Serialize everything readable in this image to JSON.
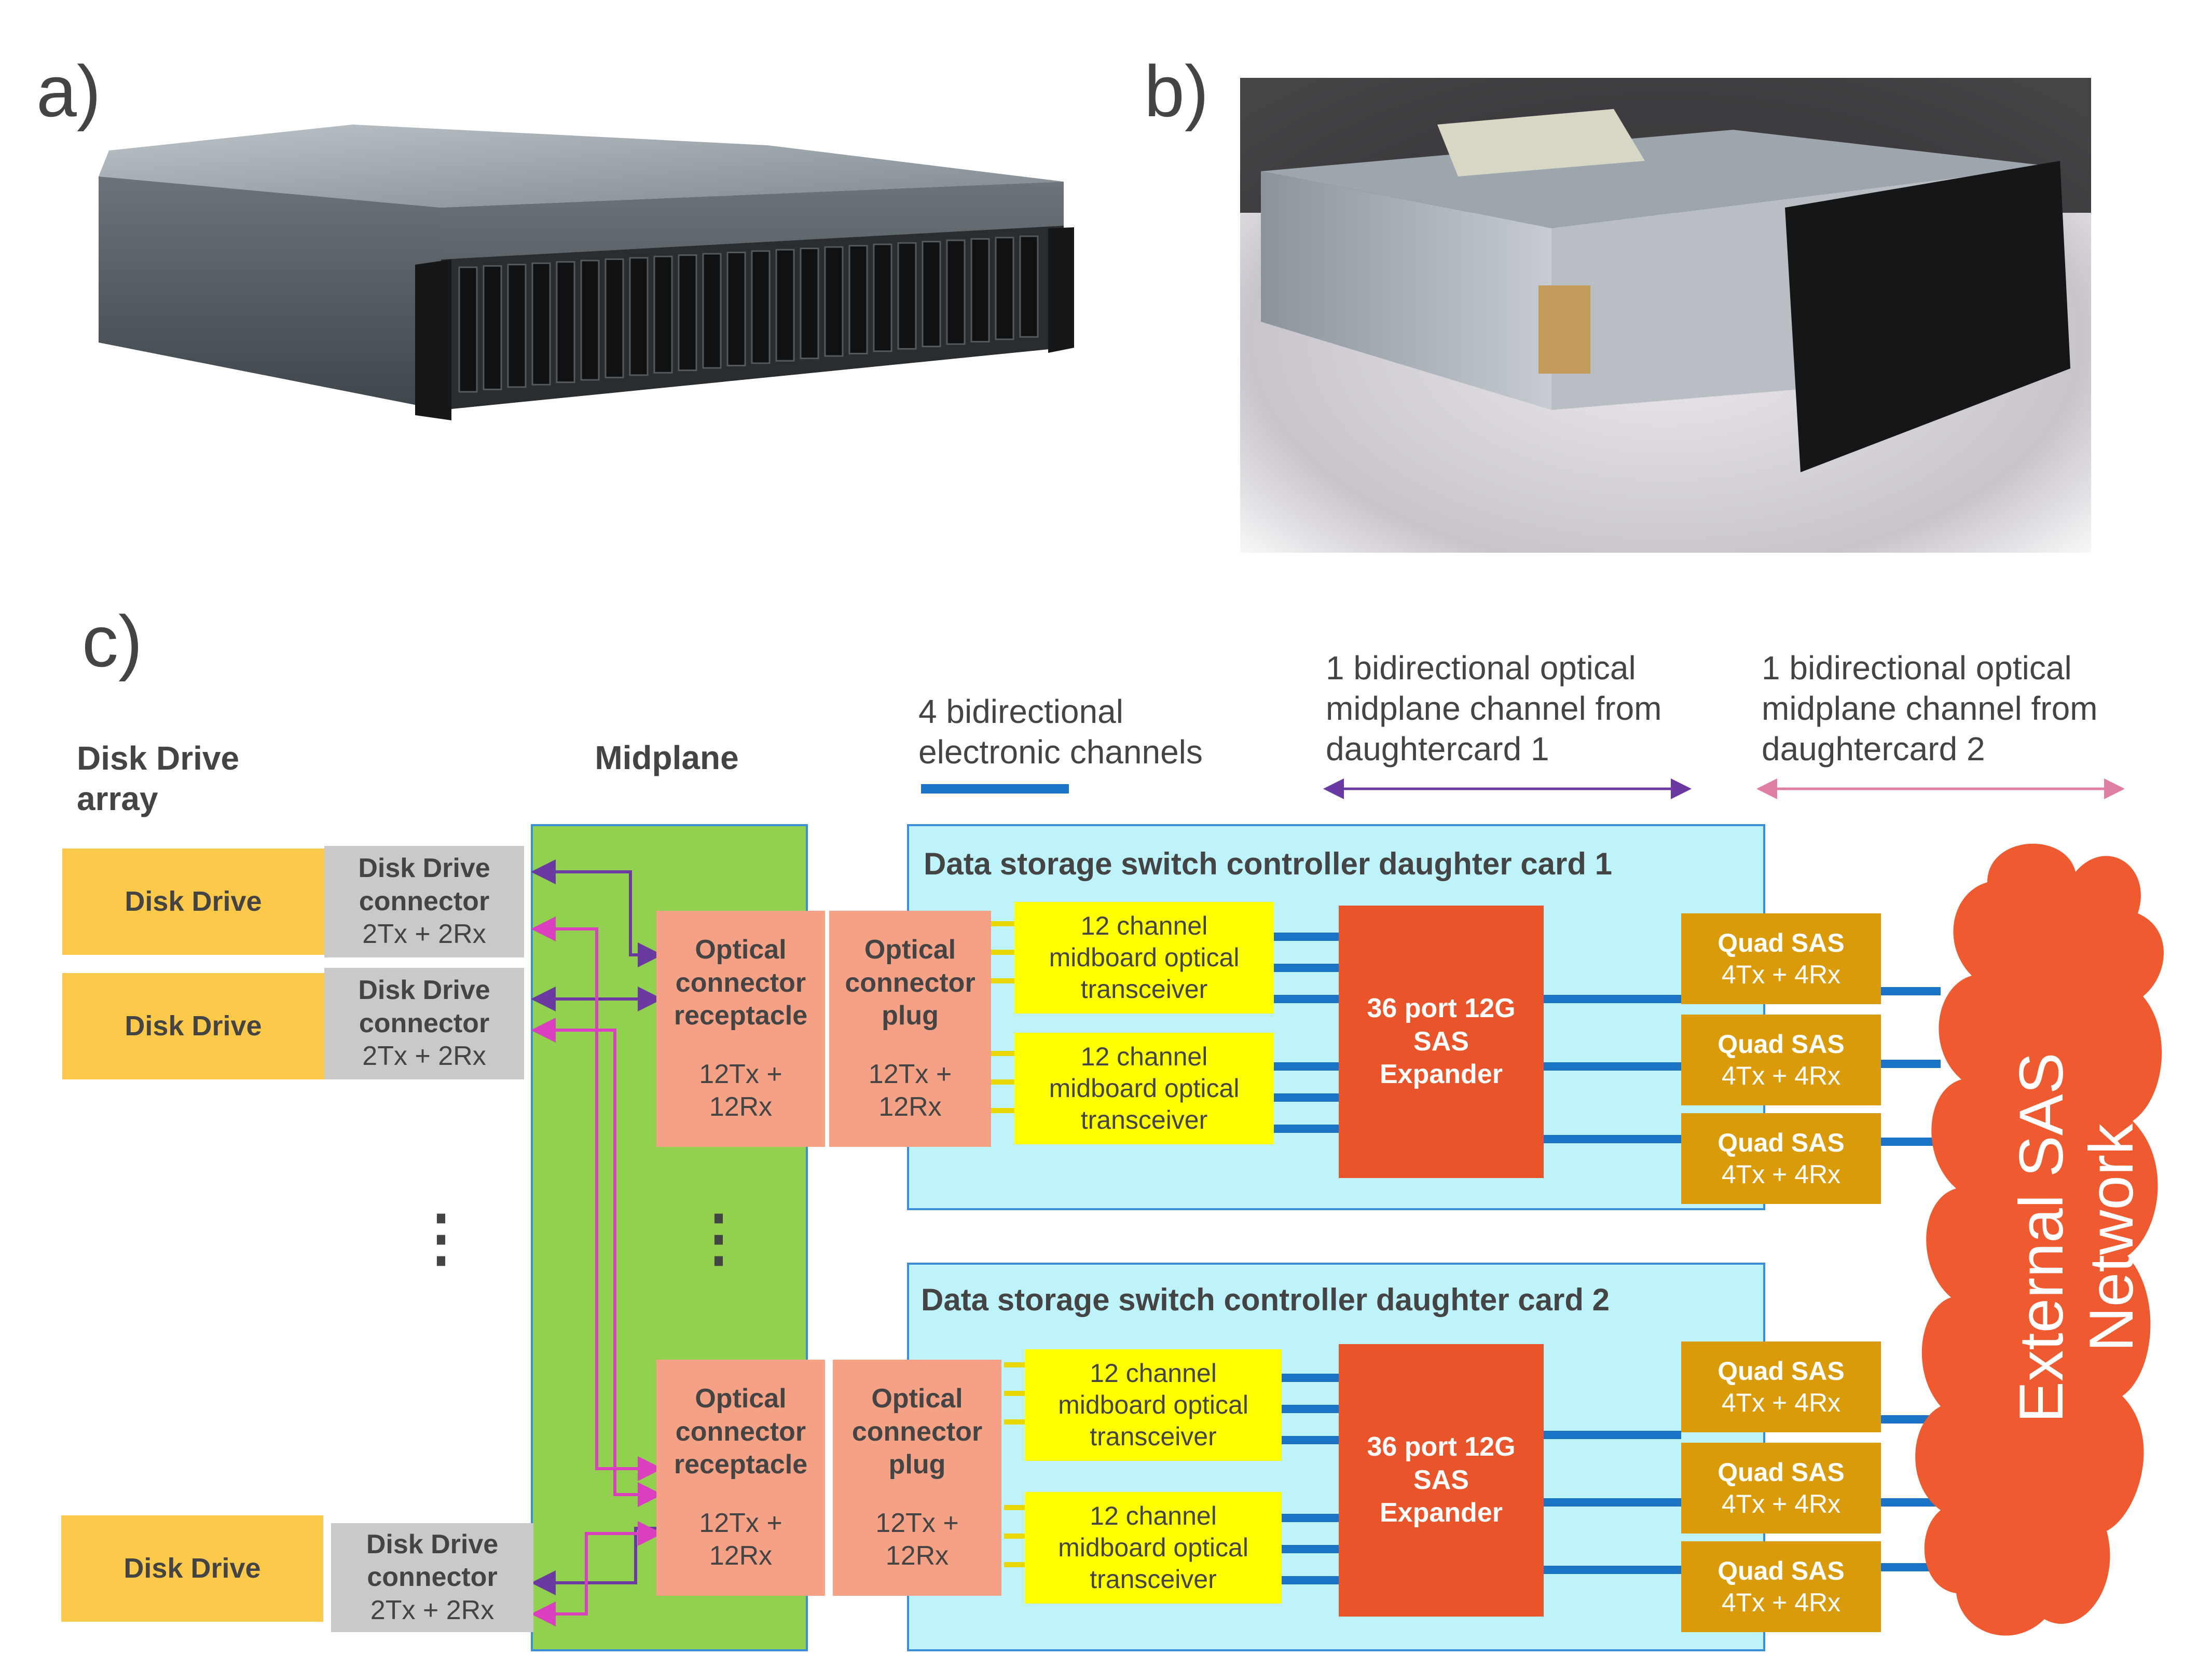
{
  "panels": {
    "a": "a)",
    "b": "b)",
    "c": "c)"
  },
  "headers": {
    "disk_array": "Disk Drive\narray",
    "midplane": "Midplane",
    "electronic_channels": "4 bidirectional\nelectronic channels",
    "optical_dc1": "1 bidirectional optical\nmidplane channel from\ndaughtercard 1",
    "optical_dc2": "1 bidirectional optical\nmidplane channel from\ndaughtercard 2"
  },
  "disk_array": {
    "drives": [
      {
        "label": "Disk Drive",
        "connector": "Disk Drive\nconnector",
        "lanes": "2Tx + 2Rx"
      },
      {
        "label": "Disk Drive",
        "connector": "Disk Drive\nconnector",
        "lanes": "2Tx + 2Rx"
      },
      {
        "label": "Disk Drive",
        "connector": "Disk Drive\nconnector",
        "lanes": "2Tx + 2Rx"
      }
    ],
    "ellipsis": "⋮",
    "midplane_ellipsis": "⋮"
  },
  "daughter_cards": [
    {
      "title": "Data storage switch controller daughter card 1",
      "receptacle": "Optical\nconnector\nreceptacle",
      "receptacle_lanes": "12Tx +\n12Rx",
      "plug": "Optical\nconnector\nplug",
      "plug_lanes": "12Tx +\n12Rx",
      "transceivers": [
        "12 channel\nmidboard optical\ntransceiver",
        "12 channel\nmidboard optical\ntransceiver"
      ],
      "expander": "36 port 12G\nSAS\nExpander",
      "ports": [
        {
          "label": "Quad SAS",
          "lanes": "4Tx + 4Rx"
        },
        {
          "label": "Quad SAS",
          "lanes": "4Tx + 4Rx"
        },
        {
          "label": "Quad SAS",
          "lanes": "4Tx + 4Rx"
        }
      ]
    },
    {
      "title": "Data storage switch controller daughter card 2",
      "receptacle": "Optical\nconnector\nreceptacle",
      "receptacle_lanes": "12Tx +\n12Rx",
      "plug": "Optical\nconnector\nplug",
      "plug_lanes": "12Tx +\n12Rx",
      "transceivers": [
        "12 channel\nmidboard optical\ntransceiver",
        "12 channel\nmidboard optical\ntransceiver"
      ],
      "expander": "36 port 12G\nSAS\nExpander",
      "ports": [
        {
          "label": "Quad SAS",
          "lanes": "4Tx + 4Rx"
        },
        {
          "label": "Quad SAS",
          "lanes": "4Tx + 4Rx"
        },
        {
          "label": "Quad SAS",
          "lanes": "4Tx + 4Rx"
        }
      ]
    }
  ],
  "network": "External SAS\nNetwork",
  "colors": {
    "disk_drive": "#fdc94a",
    "connector": "#c9c9c9",
    "midplane": "#92d14f",
    "optical_connector": "#f4a185",
    "card_bg": "#bff3fb",
    "card_border": "#3c8fd6",
    "transceiver": "#ffff00",
    "expander": "#e9542a",
    "quad_sas": "#d99b0a",
    "network_cloud": "#ef5a30",
    "electronic_line": "#1a73c4",
    "optical_dc1_line": "#6a3aa1",
    "optical_dc2_line": "#e07fa4",
    "pink_line": "#d93fbe"
  }
}
